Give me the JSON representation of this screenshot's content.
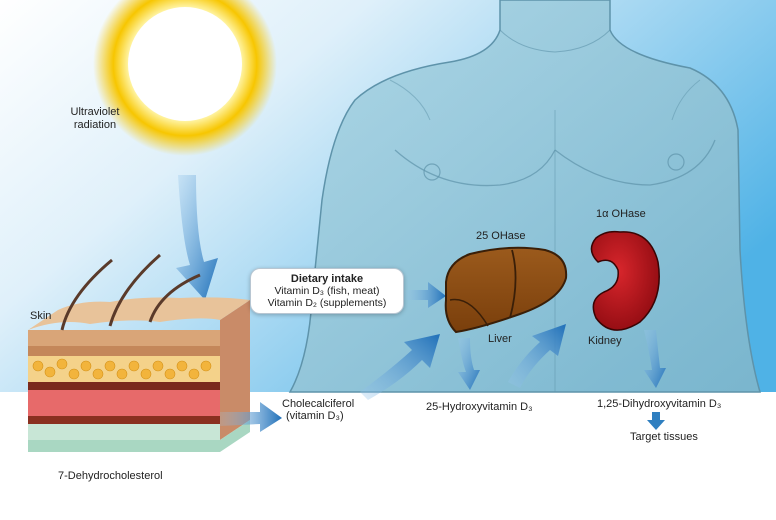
{
  "labels": {
    "uv": "Ultraviolet\nradiation",
    "skin": "Skin",
    "dehydro": "7-Dehydrocholesterol",
    "chole_line1": "Cholecalciferol",
    "chole_line2": "(vitamin D₃)",
    "dietary_title": "Dietary intake",
    "dietary_line1": "Vitamin D₃ (fish, meat)",
    "dietary_line2": "Vitamin D₂ (supplements)",
    "ohase25": "25 OHase",
    "ohase1a": "1α OHase",
    "liver": "Liver",
    "kidney": "Kidney",
    "hydroxy25": "25-Hydroxyvitamin D₃",
    "dihydroxy": "1,25-Dihydroxyvitamin D₃",
    "target": "Target tissues"
  },
  "colors": {
    "sky_top": "#5cb8e6",
    "sky_bottom": "#ffffff",
    "sun_core": "#ffffff",
    "sun_glow": "#f5c400",
    "body": "#8fc4d8",
    "liver": "#8b4a12",
    "kidney": "#b0101a",
    "arrow": "#2f7fc0"
  }
}
